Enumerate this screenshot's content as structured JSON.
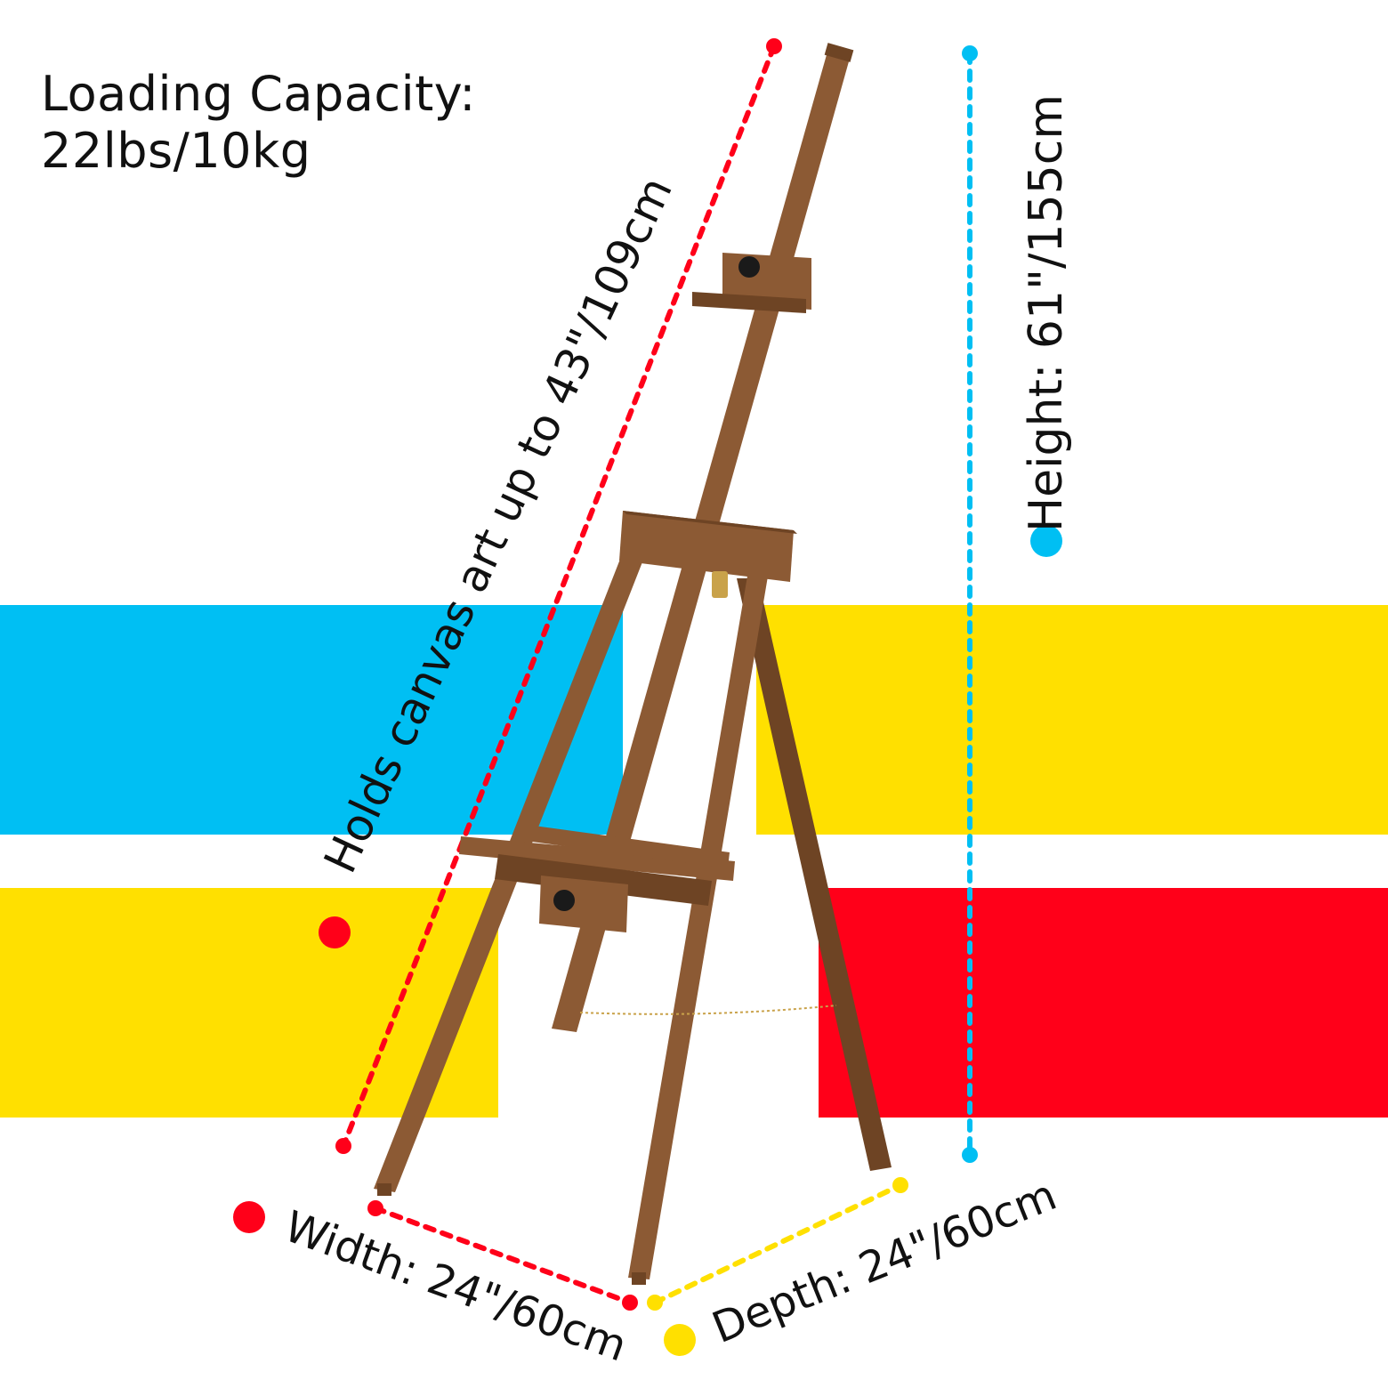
{
  "texts": {
    "capacity_line1": "Loading Capacity:",
    "capacity_line2": "22lbs/10kg",
    "holds": "Holds canvas art up to 43\"/109cm",
    "height": "Height: 61\"/155cm",
    "width": "Width: 24\"/60cm",
    "depth": "Depth: 24\"/60cm"
  },
  "colors": {
    "blue": "#00BFF3",
    "yellow": "#FFE000",
    "red": "#FF0019",
    "wood": "#8C5A34",
    "wood_dark": "#6E4424",
    "text": "#111111"
  }
}
